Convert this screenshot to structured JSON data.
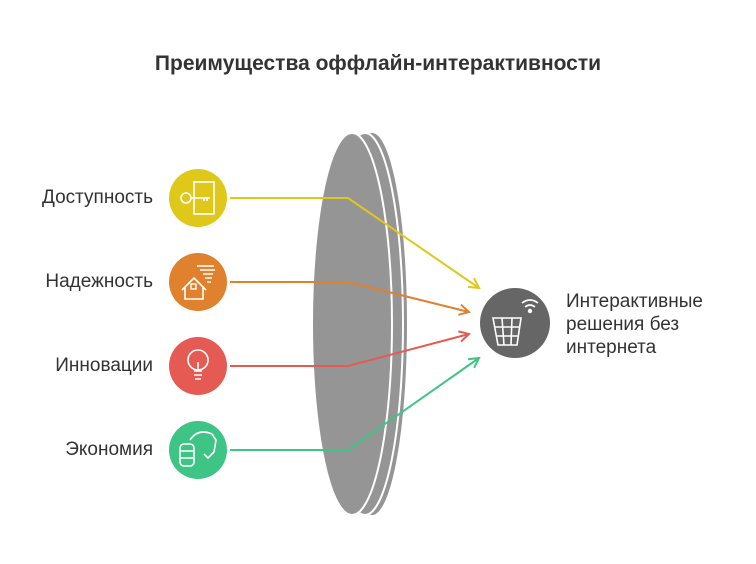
{
  "title": "Преимущества оффлайн-интерактивности",
  "inputs": [
    {
      "label": "Доступность",
      "icon": "key-door-icon",
      "color": "#E0C81A"
    },
    {
      "label": "Надежность",
      "icon": "house-storm-icon",
      "color": "#E0812E"
    },
    {
      "label": "Инновации",
      "icon": "lightbulb-icon",
      "color": "#E55A52"
    },
    {
      "label": "Экономия",
      "icon": "piggy-bank-coins-icon",
      "color": "#3EC485"
    }
  ],
  "output": {
    "label": "Интерактивные решения без интернета",
    "icon": "basket-wifi-icon",
    "color": "#666666"
  },
  "lens_color": "#959595"
}
